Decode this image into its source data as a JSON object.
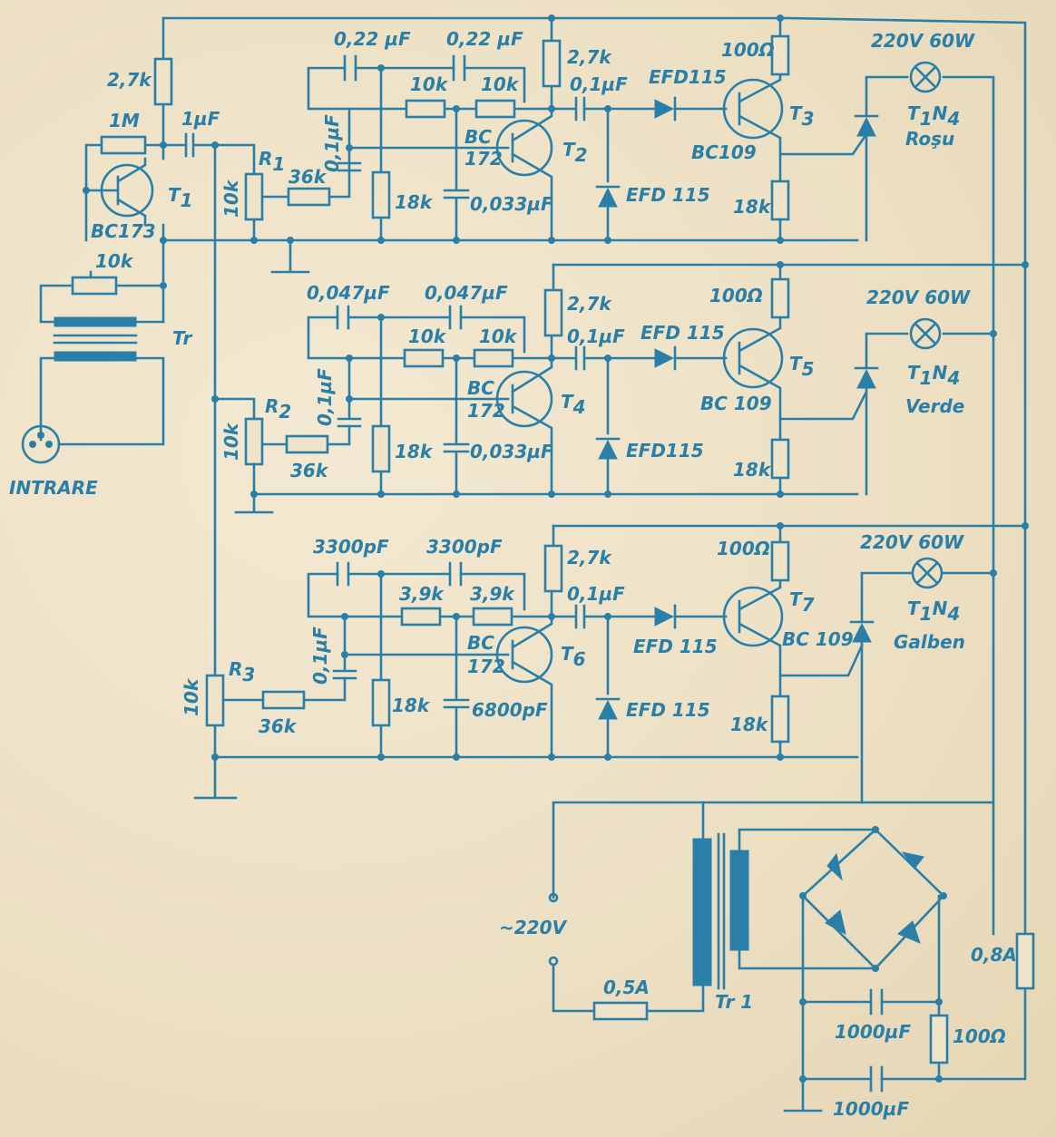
{
  "labels": {
    "r_27k": "2,7k",
    "r_1m": "1M",
    "c_1uf": "1µF",
    "t1": "T",
    "t1_sub": "1",
    "t1_type": "BC173",
    "pot_10k": "10k",
    "tr": "Tr",
    "input": "INTRARE",
    "r1": "R",
    "r1_sub": "1",
    "r2": "R",
    "r2_sub": "2",
    "r3": "R",
    "r3_sub": "3",
    "r_36k": "36k",
    "c_01uf": "0,1µF",
    "r_18k": "18k",
    "r_10k": "10k",
    "r_39k": "3,9k",
    "bc": "BC",
    "bc172": "172",
    "c_0033uf": "0,033µF",
    "c_6800pf": "6800pF",
    "efd115": "EFD115",
    "efd115_sp": "EFD 115",
    "r_100ohm": "100Ω",
    "bc109": "BC109",
    "bc109_sp": "BC 109",
    "lamp": "220V 60W",
    "thyr": "T",
    "thyr_sub1": "1",
    "thyr_n": "N",
    "thyr_sub2": "4",
    "rosu": "Roşu",
    "verde": "Verde",
    "galben": "Galben",
    "t2": "T",
    "t2_sub": "2",
    "t3": "T",
    "t3_sub": "3",
    "t4": "T",
    "t4_sub": "4",
    "t5": "T",
    "t5_sub": "5",
    "t6": "T",
    "t6_sub": "6",
    "t7": "T",
    "t7_sub": "7",
    "c_022uf": "0,22 µF",
    "c_0047uf": "0,047µF",
    "c_3300pf": "3300pF",
    "mains": "~220V",
    "fuse_05": "0,5A",
    "fuse_08": "0,8A",
    "tr1": "Tr 1",
    "c_1000uf": "1000µF"
  }
}
